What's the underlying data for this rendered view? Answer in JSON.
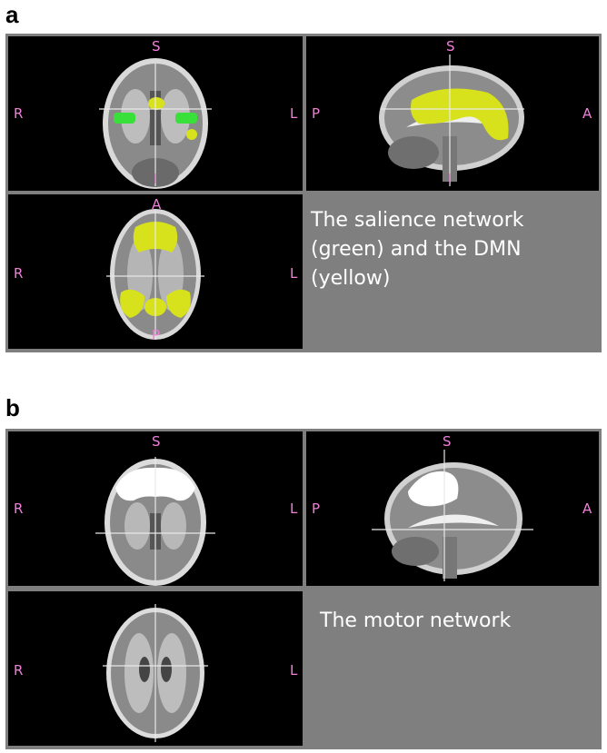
{
  "panels": [
    {
      "id": "a",
      "label": "a",
      "caption": "The salience network\n (green) and the DMN\n(yellow)",
      "views": {
        "coronal": {
          "top": "S",
          "bottom": "I",
          "left": "R",
          "right": "L"
        },
        "sagittal": {
          "top": "S",
          "bottom": "I",
          "left": "P",
          "right": "A"
        },
        "axial": {
          "top": "A",
          "bottom": "P",
          "left": "R",
          "right": "L"
        }
      }
    },
    {
      "id": "b",
      "label": "b",
      "caption": "The motor network",
      "views": {
        "coronal": {
          "top": "S",
          "left": "R",
          "right": "L"
        },
        "sagittal": {
          "top": "S",
          "left": "P",
          "right": "A"
        },
        "axial": {
          "left": "R",
          "right": "L"
        }
      }
    }
  ],
  "colors": {
    "orientation_label": "#ee80d8",
    "salience_network": "#39e03a",
    "dmn": "#d7e21c",
    "motor_network": "#ffffff",
    "panel_background": "#7f7f7f"
  }
}
